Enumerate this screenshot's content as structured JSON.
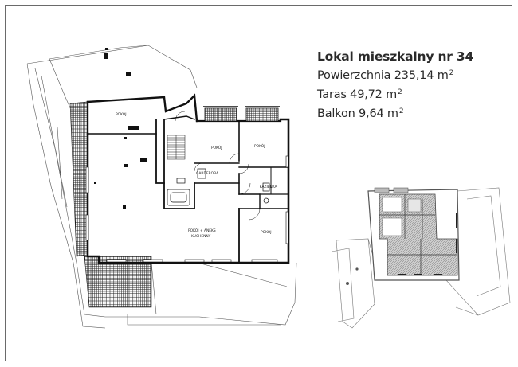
{
  "apartment": {
    "title": "Lokal mieszkalny nr 34",
    "area_label": "Powierzchnia",
    "area_value": "235,14 m",
    "terrace_label": "Taras",
    "terrace_value": "49,72 m",
    "balcony_label": "Balkon",
    "balcony_value": "9,64 m",
    "unit_sup": "2"
  },
  "floorplan": {
    "rooms": {
      "pokoj_top": "POKÓJ",
      "pokoj_2": "POKÓJ",
      "pokoj_3": "POKÓJ",
      "garderoba": "GARDEROBA",
      "lazienka": "ŁAZIENKA",
      "pokoj_aneks_line1": "POKÓJ + ANEKS",
      "pokoj_aneks_line2": "KUCHENNY",
      "pokoj_right": "POKÓJ"
    }
  }
}
